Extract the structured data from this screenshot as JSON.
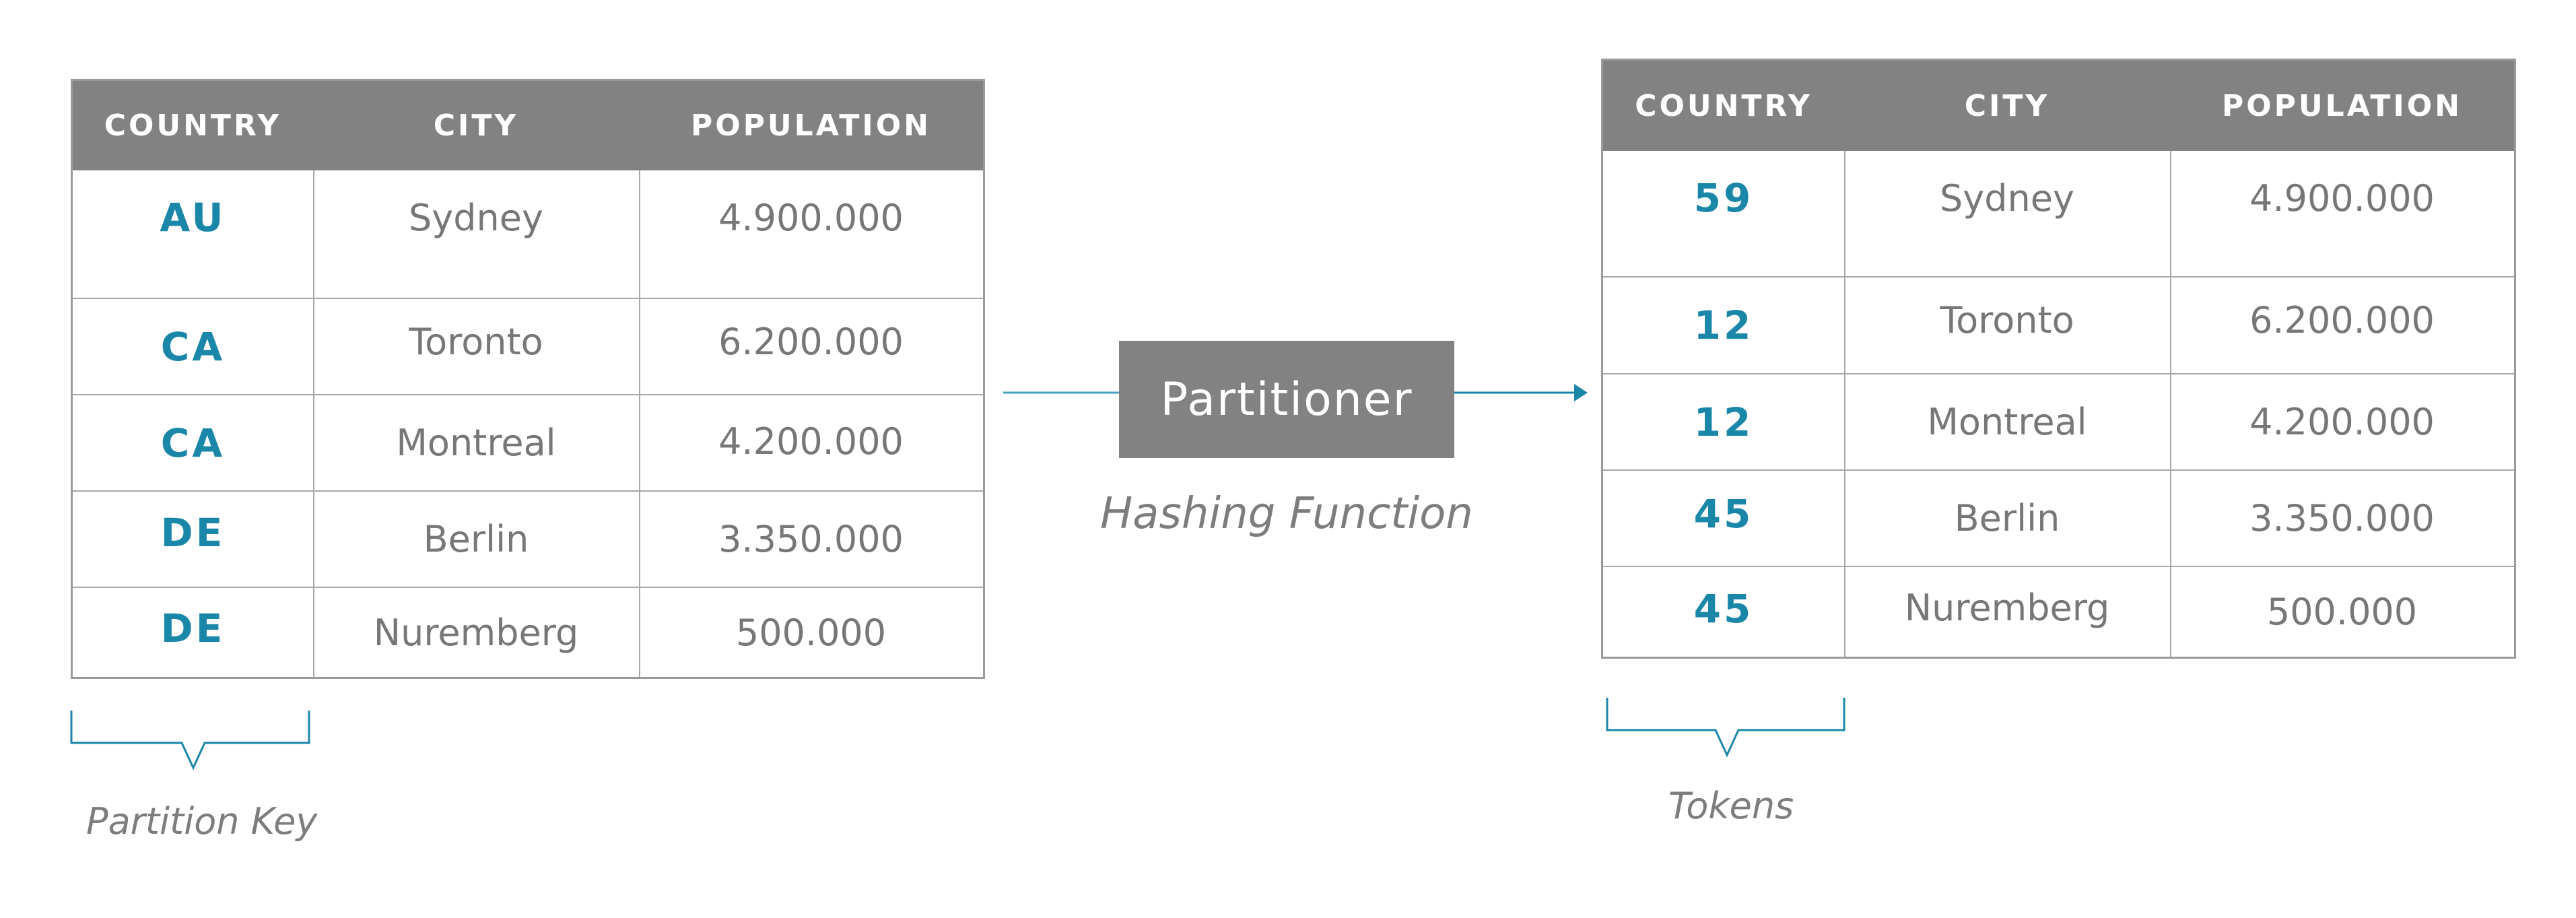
{
  "colors": {
    "accent": "#1b87a8",
    "header_bg": "#828282",
    "text": "#777777"
  },
  "left_table": {
    "headers": [
      "COUNTRY",
      "CITY",
      "POPULATION"
    ],
    "rows": [
      {
        "country": "AU",
        "city": "Sydney",
        "population": "4.900.000"
      },
      {
        "country": "CA",
        "city": "Toronto",
        "population": "6.200.000"
      },
      {
        "country": "CA",
        "city": "Montreal",
        "population": "4.200.000"
      },
      {
        "country": "DE",
        "city": "Berlin",
        "population": "3.350.000"
      },
      {
        "country": "DE",
        "city": "Nuremberg",
        "population": "500.000"
      }
    ]
  },
  "right_table": {
    "headers": [
      "COUNTRY",
      "CITY",
      "POPULATION"
    ],
    "rows": [
      {
        "country": "59",
        "city": "Sydney",
        "population": "4.900.000"
      },
      {
        "country": "12",
        "city": "Toronto",
        "population": "6.200.000"
      },
      {
        "country": "12",
        "city": "Montreal",
        "population": "4.200.000"
      },
      {
        "country": "45",
        "city": "Berlin",
        "population": "3.350.000"
      },
      {
        "country": "45",
        "city": "Nuremberg",
        "population": "500.000"
      }
    ]
  },
  "partitioner": {
    "label": "Partitioner",
    "caption": "Hashing Function"
  },
  "brackets": {
    "left_label": "Partition Key",
    "right_label": "Tokens"
  }
}
